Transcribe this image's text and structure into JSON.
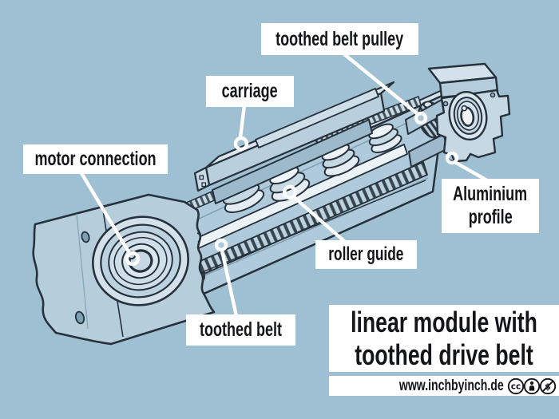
{
  "colors": {
    "page_background": "#9ec0d2",
    "label_background": "#ffffff",
    "label_text": "#141518",
    "drawing_outline": "#26313b",
    "drawing_fill_light": "#d2e1ea",
    "drawing_fill_mid": "#b6cddc",
    "leader_line": "#ffffff"
  },
  "labels": {
    "toothed_belt_pulley": "toothed belt pulley",
    "carriage": "carriage",
    "motor_connection": "motor connection",
    "aluminium_profile_line1": "Aluminium",
    "aluminium_profile_line2": "profile",
    "roller_guide": "roller guide",
    "toothed_belt": "toothed belt"
  },
  "title": {
    "line1": "linear module with",
    "line2": "toothed drive belt"
  },
  "footer": {
    "website": "www.inchbyinch.de",
    "license_icons": [
      "cc-icon",
      "attribution-icon",
      "non-commercial-icon"
    ]
  },
  "illustration": {
    "subject": "hand-drawn cutaway of a belt-driven linear module",
    "marked_points": [
      "motor pulley",
      "carriage top",
      "drive pulley teeth",
      "profile slot",
      "guide roller",
      "belt teeth"
    ]
  }
}
